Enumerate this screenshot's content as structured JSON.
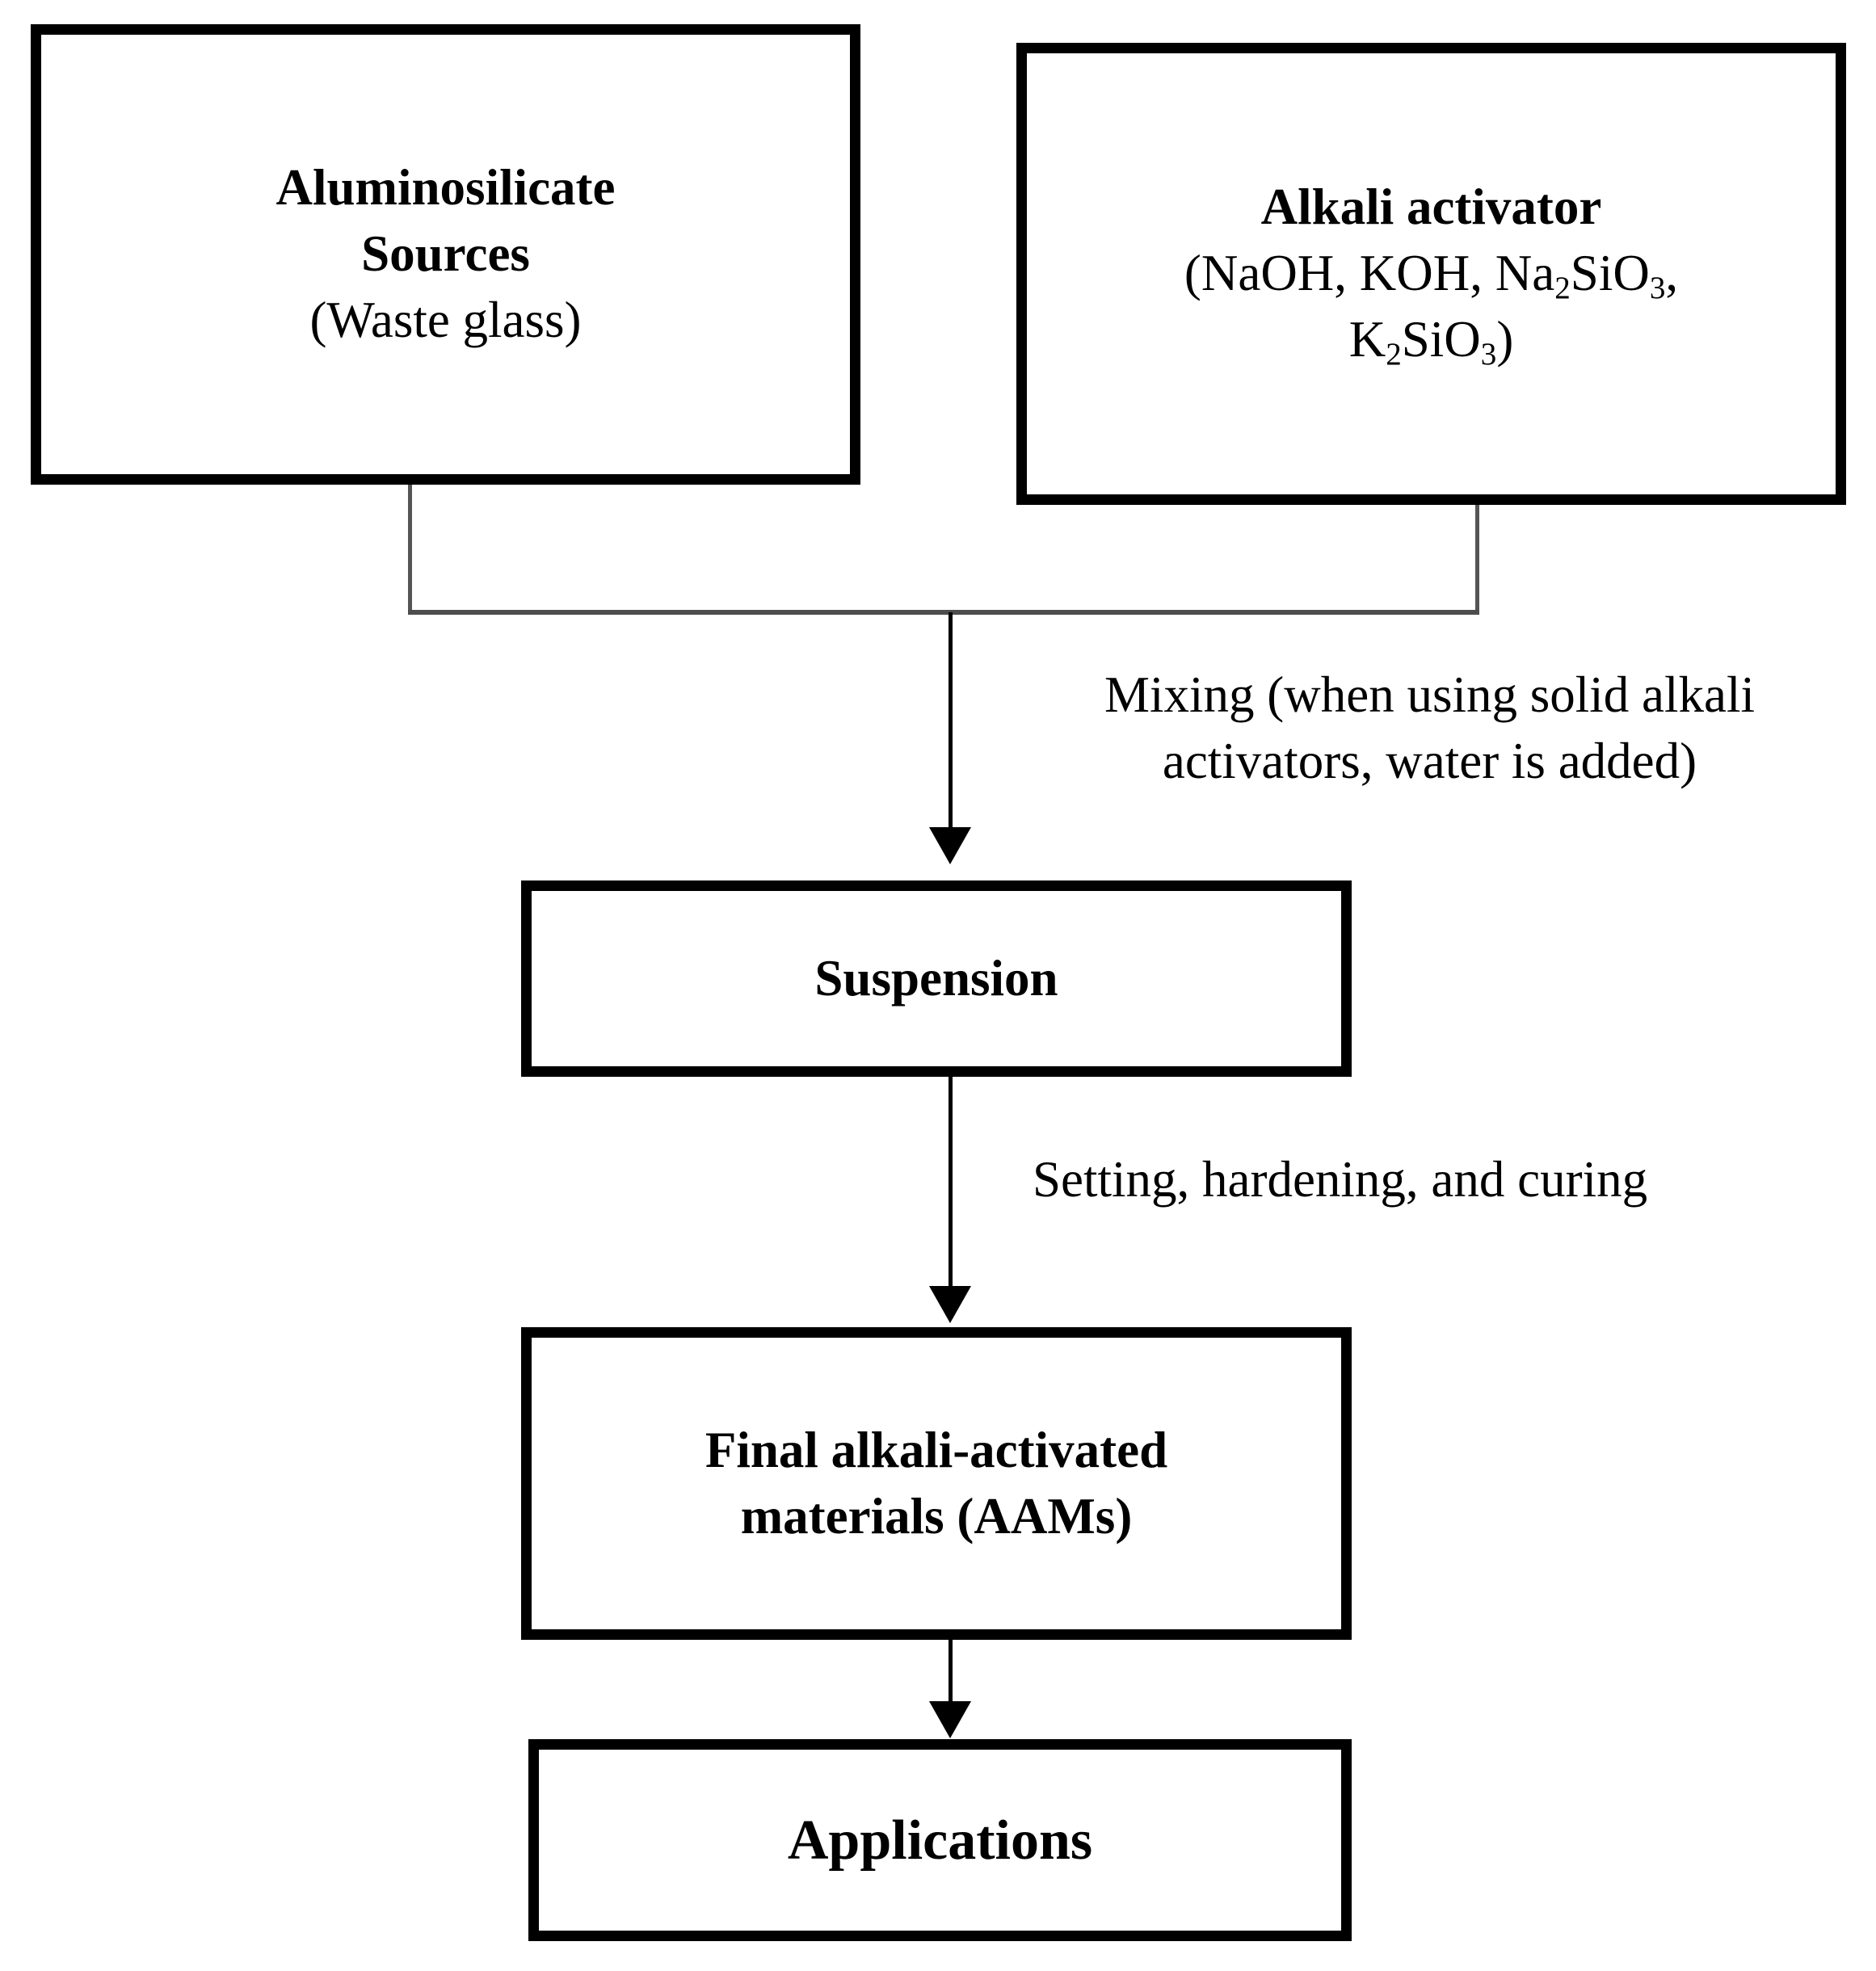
{
  "diagram": {
    "title": "Alkali-activated materials production flowchart",
    "background_color": "#ffffff",
    "line_color": "#000000",
    "bracket_color": "#4d4d4d"
  },
  "nodes": {
    "aluminosilicate": {
      "line1": "Aluminosilicate",
      "line2": "Sources",
      "line3": "(Waste glass)"
    },
    "alkali_activator": {
      "line1": "Alkali activator",
      "line2_prefix": "(NaOH, KOH, Na",
      "line2_sub1": "2",
      "line2_mid": "SiO",
      "line2_sub2": "3",
      "line2_suffix": ",",
      "line3_prefix": "K",
      "line3_sub1": "2",
      "line3_mid": "SiO",
      "line3_sub2": "3",
      "line3_suffix": ")",
      "plain_text": "Alkali activator (NaOH, KOH, Na2SiO3, K2SiO3)"
    },
    "suspension": {
      "label": "Suspension"
    },
    "aams": {
      "line1": "Final alkali-activated",
      "line2": "materials (AAMs)"
    },
    "applications": {
      "label": "Applications"
    }
  },
  "edges": {
    "mixing": {
      "line1": "Mixing (when using solid alkali",
      "line2": "activators, water is added)",
      "plain_text": "Mixing (when using solid alkali activators, water is added)"
    },
    "setting": {
      "label": "Setting, hardening, and curing"
    }
  }
}
